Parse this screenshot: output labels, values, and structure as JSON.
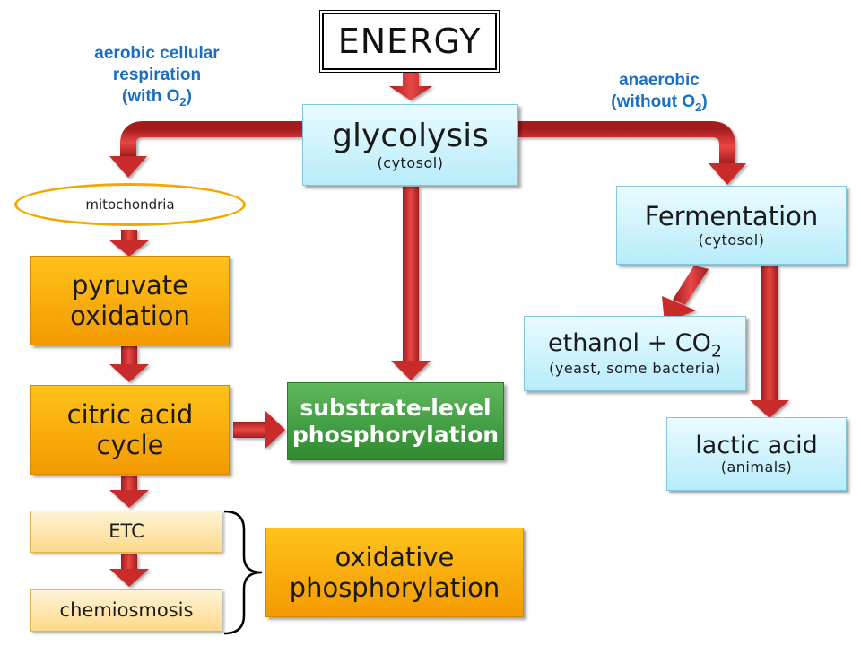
{
  "energy": "ENERGY",
  "aerobic_label": {
    "line1": "aerobic cellular",
    "line2": "respiration",
    "line3_prefix": "(with O",
    "subscript": "2",
    "line3_suffix": ")"
  },
  "anaerobic_label": {
    "line1": "anaerobic",
    "line2_prefix": "(without O",
    "subscript": "2",
    "line2_suffix": ")"
  },
  "glycolysis": {
    "title": "glycolysis",
    "location": "(cytosol)"
  },
  "mitochondria": "mitochondria",
  "pyruvate_oxidation": {
    "line1": "pyruvate",
    "line2": "oxidation"
  },
  "citric_acid_cycle": {
    "line1": "citric acid",
    "line2": "cycle"
  },
  "etc": "ETC",
  "chemiosmosis": "chemiosmosis",
  "oxidative_phosphorylation": {
    "line1": "oxidative",
    "line2": "phosphorylation"
  },
  "substrate_level": {
    "line1": "substrate-level",
    "line2": "phosphorylation"
  },
  "fermentation": {
    "title": "Fermentation",
    "location": "(cytosol)"
  },
  "ethanol": {
    "title_prefix": "ethanol + CO",
    "subscript": "2",
    "note": "(yeast, some bacteria)"
  },
  "lactic_acid": {
    "title": "lactic acid",
    "note": "(animals)"
  },
  "colors": {
    "arrow": "#cc2a2a",
    "label_blue": "#1a6fc4",
    "orange": "#f7a600",
    "green": "#3a9a3a"
  }
}
